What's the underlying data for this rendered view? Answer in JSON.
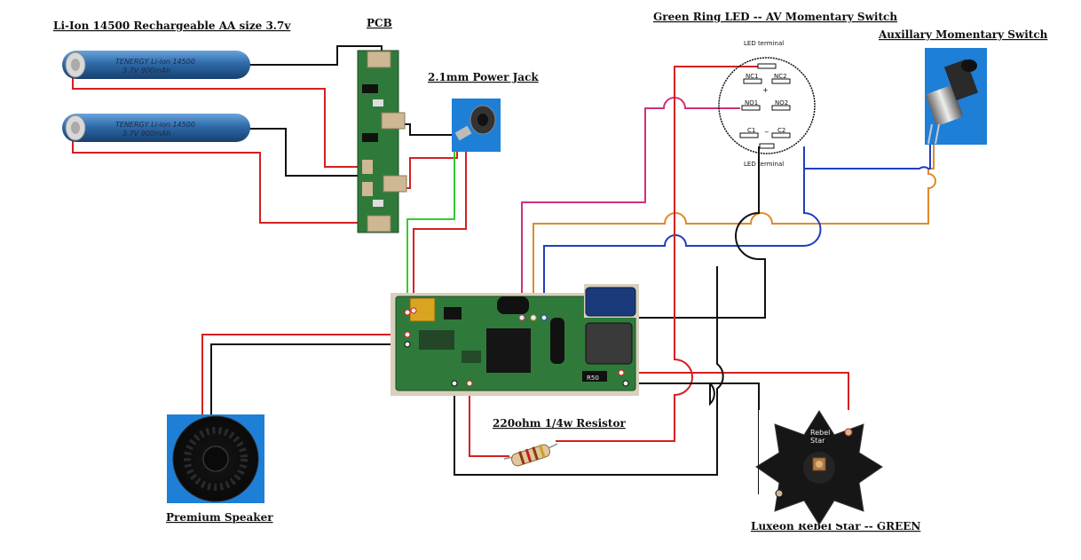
{
  "labels": {
    "battery": "Li-Ion 14500 Rechargeable AA size 3.7v",
    "pcb": "PCB",
    "power_jack": "2.1mm Power Jack",
    "ring_switch": "Green Ring LED -- AV Momentary Switch",
    "aux_switch": "Auxillary Momentary Switch",
    "resistor": "220ohm 1/4w Resistor",
    "speaker": "Premium Speaker",
    "led": "Luxeon Rebel Star -- GREEN"
  },
  "battery_text": {
    "line1": "TENERGY Li-ion 14500",
    "line2": "3.7V 900mAh"
  },
  "switch_diagram": {
    "led_terminal_top": "LED terminal",
    "led_terminal_bottom": "LED terminal",
    "nc1": "NC1",
    "nc2": "NC2",
    "no1": "NO1",
    "no2": "NO2",
    "c1": "C1",
    "c2": "C2",
    "plus": "+",
    "minus": "−"
  },
  "led_text": {
    "brand1": "Rebel",
    "brand2": "Star"
  },
  "board_text": {
    "resistor_code": "R50"
  },
  "colors": {
    "wire_red": "#d42020",
    "wire_black": "#111111",
    "wire_green": "#33cc33",
    "wire_magenta": "#d0307a",
    "wire_orange": "#e08a2a",
    "wire_blue": "#1f3fbf",
    "battery_blue": "#2e6aa8",
    "pcb_green": "#2f7a3a",
    "photo_blue": "#1e7fd6"
  }
}
